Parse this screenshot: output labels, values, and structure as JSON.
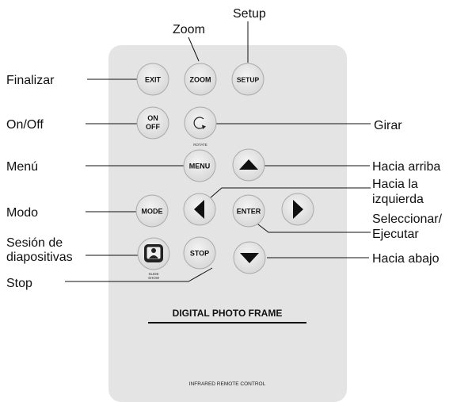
{
  "remote": {
    "title": "DIGITAL PHOTO FRAME",
    "subtitle": "INFRARED REMOTE CONTROL",
    "buttons": {
      "exit": "EXIT",
      "zoom": "ZOOM",
      "setup": "SETUP",
      "on": "ON",
      "off": "OFF",
      "rotate_caption": "ROTATE",
      "menu": "MENU",
      "mode": "MODE",
      "enter": "ENTER",
      "stop": "STOP",
      "slide": "SLIDE",
      "show": "SHOW"
    }
  },
  "callouts": {
    "zoom": "Zoom",
    "setup": "Setup",
    "finalizar": "Finalizar",
    "onoff": "On/Off",
    "girar": "Girar",
    "menu": "Menú",
    "hacia_arriba": "Hacia arriba",
    "hacia_la_1": "Hacia la",
    "hacia_la_2": "izquierda",
    "modo": "Modo",
    "seleccionar_1": "Seleccionar/",
    "seleccionar_2": "Ejecutar",
    "sesion_1": "Sesión de",
    "sesion_2": "diapositivas",
    "hacia_abajo": "Hacia abajo",
    "stop": "Stop"
  }
}
